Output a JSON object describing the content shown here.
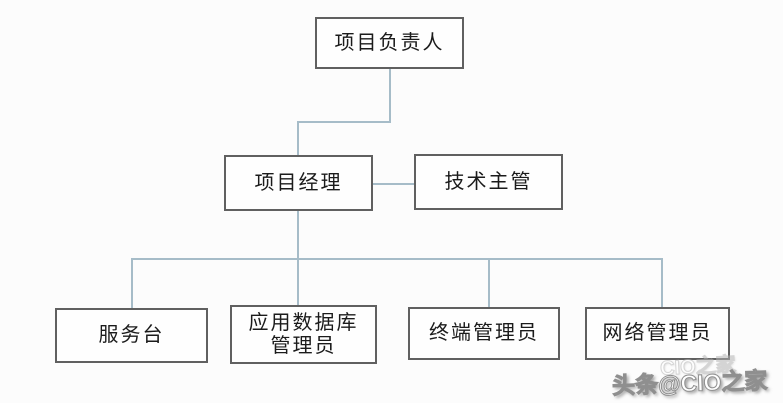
{
  "diagram": {
    "type": "org-chart",
    "nodes": {
      "project_leader": {
        "label": "项目负责人"
      },
      "project_manager": {
        "label": "项目经理"
      },
      "tech_director": {
        "label": "技术主管"
      },
      "service_desk": {
        "label": "服务台"
      },
      "app_db_admin": {
        "lines": [
          "应用数据库",
          "管理员"
        ]
      },
      "terminal_admin": {
        "label": "终端管理员"
      },
      "network_admin": {
        "label": "网络管理员"
      }
    },
    "edges": [
      {
        "from": "project_leader",
        "to": "project_manager",
        "type": "hierarchy"
      },
      {
        "from": "project_manager",
        "to": "tech_director",
        "type": "lateral"
      },
      {
        "from": "project_manager",
        "to": "service_desk",
        "type": "hierarchy"
      },
      {
        "from": "project_manager",
        "to": "app_db_admin",
        "type": "hierarchy"
      },
      {
        "from": "project_manager",
        "to": "terminal_admin",
        "type": "hierarchy"
      },
      {
        "from": "project_manager",
        "to": "network_admin",
        "type": "hierarchy"
      }
    ],
    "colors": {
      "background": "#fcfcfc",
      "box_border": "#606060",
      "connector": "#a6bcc8",
      "text": "#1b1b1b"
    },
    "watermark": {
      "text": "头条@CIO之家",
      "ghost_text": "CIO之家"
    }
  }
}
